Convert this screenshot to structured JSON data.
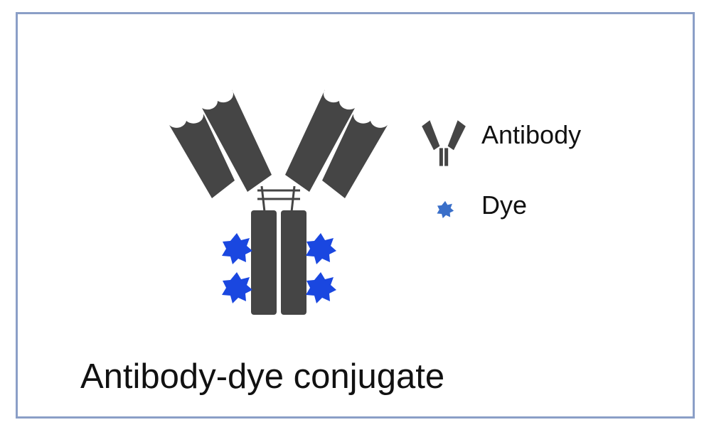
{
  "legend": {
    "antibody_label": "Antibody",
    "dye_label": "Dye"
  },
  "caption": "Antibody-dye conjugate",
  "colors": {
    "antibody": "#454545",
    "dye": "#1a47e0",
    "legend_dye": "#3a6fc9",
    "frame_border": "#8b9fc7"
  },
  "diagram": {
    "dye_count": 4
  }
}
